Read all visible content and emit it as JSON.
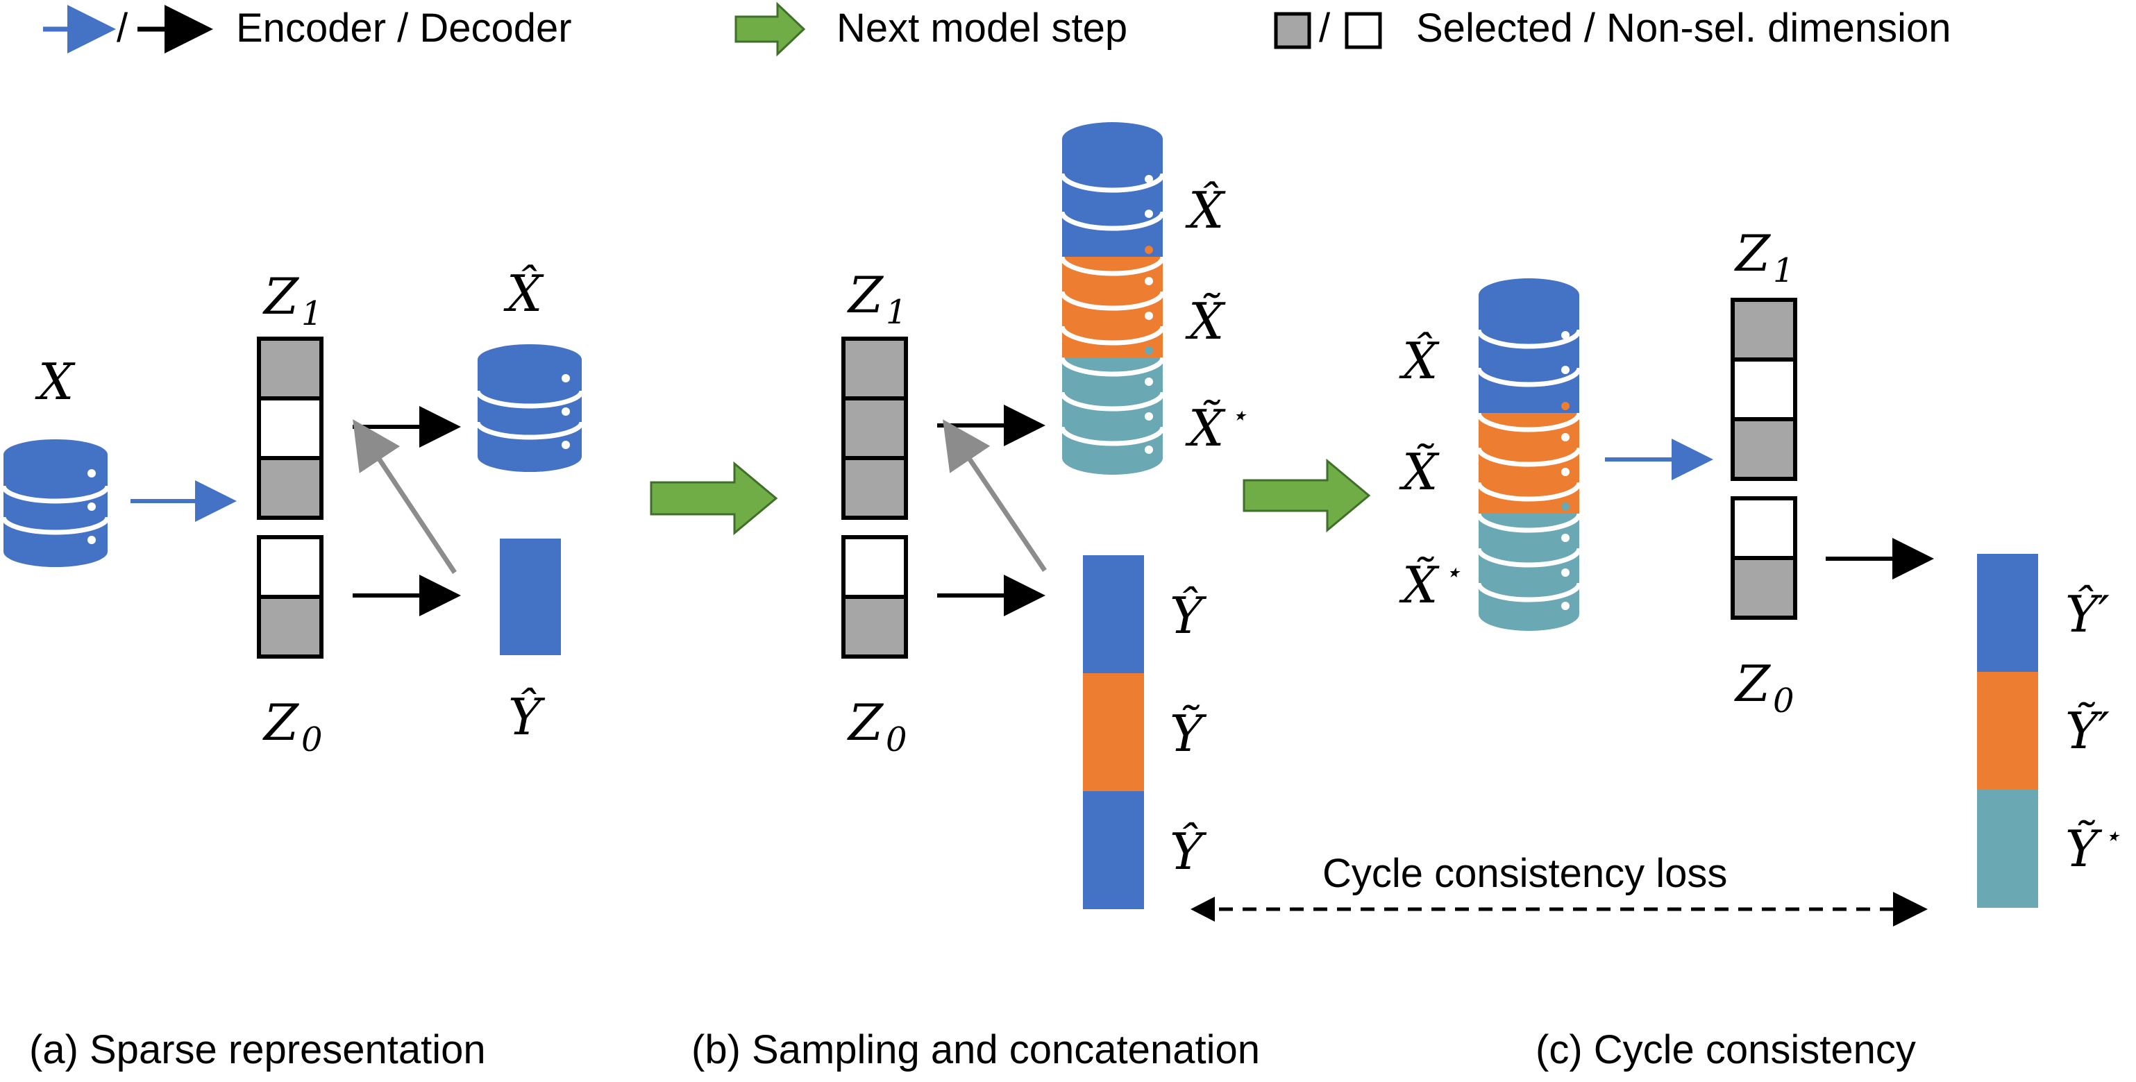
{
  "legend": {
    "encoder_decoder_sep": "/",
    "encoder_decoder_label": "Encoder / Decoder",
    "next_step_label": "Next model step",
    "selected_sep": "/",
    "selected_label": "Selected / Non-sel. dimension"
  },
  "captions": {
    "a": "(a) Sparse representation",
    "b": "(b) Sampling and concatenation",
    "c": "(c) Cycle consistency"
  },
  "panel_a": {
    "x_label": "X",
    "z1_label": "Z",
    "z1_sub": "1",
    "z0_label": "Z",
    "z0_sub": "0",
    "xhat_label": "X̂",
    "yhat_label": "Ŷ"
  },
  "panel_b": {
    "z1_label": "Z",
    "z1_sub": "1",
    "z0_label": "Z",
    "z0_sub": "0",
    "xhat_label": "X̂",
    "xtilde_label": "X̃",
    "xtilde_star_label": "X̃",
    "star": "⋆",
    "yhat1_label": "Ŷ",
    "ytilde_label": "Ỹ",
    "yhat2_label": "Ŷ"
  },
  "panel_c": {
    "xhat_label": "X̂",
    "xtilde_label": "X̃",
    "xtilde_star_label": "X̃",
    "star": "⋆",
    "z1_label": "Z",
    "z1_sub": "1",
    "z0_label": "Z",
    "z0_sub": "0",
    "yhat_prime_label": "Ŷ′",
    "ytilde_prime_label": "Ỹ′",
    "ytilde_star_label": "Ỹ",
    "loss_label": "Cycle consistency loss"
  },
  "colors": {
    "blue": "#4472C4",
    "orange": "#ED7D31",
    "teal": "#6AA9B4",
    "green": "#70AD47",
    "gray_cell": "#A6A6A6",
    "gray_arrow": "#8C8C8C",
    "encoder_arrow": "#4472C4",
    "decoder_arrow": "#000000"
  }
}
